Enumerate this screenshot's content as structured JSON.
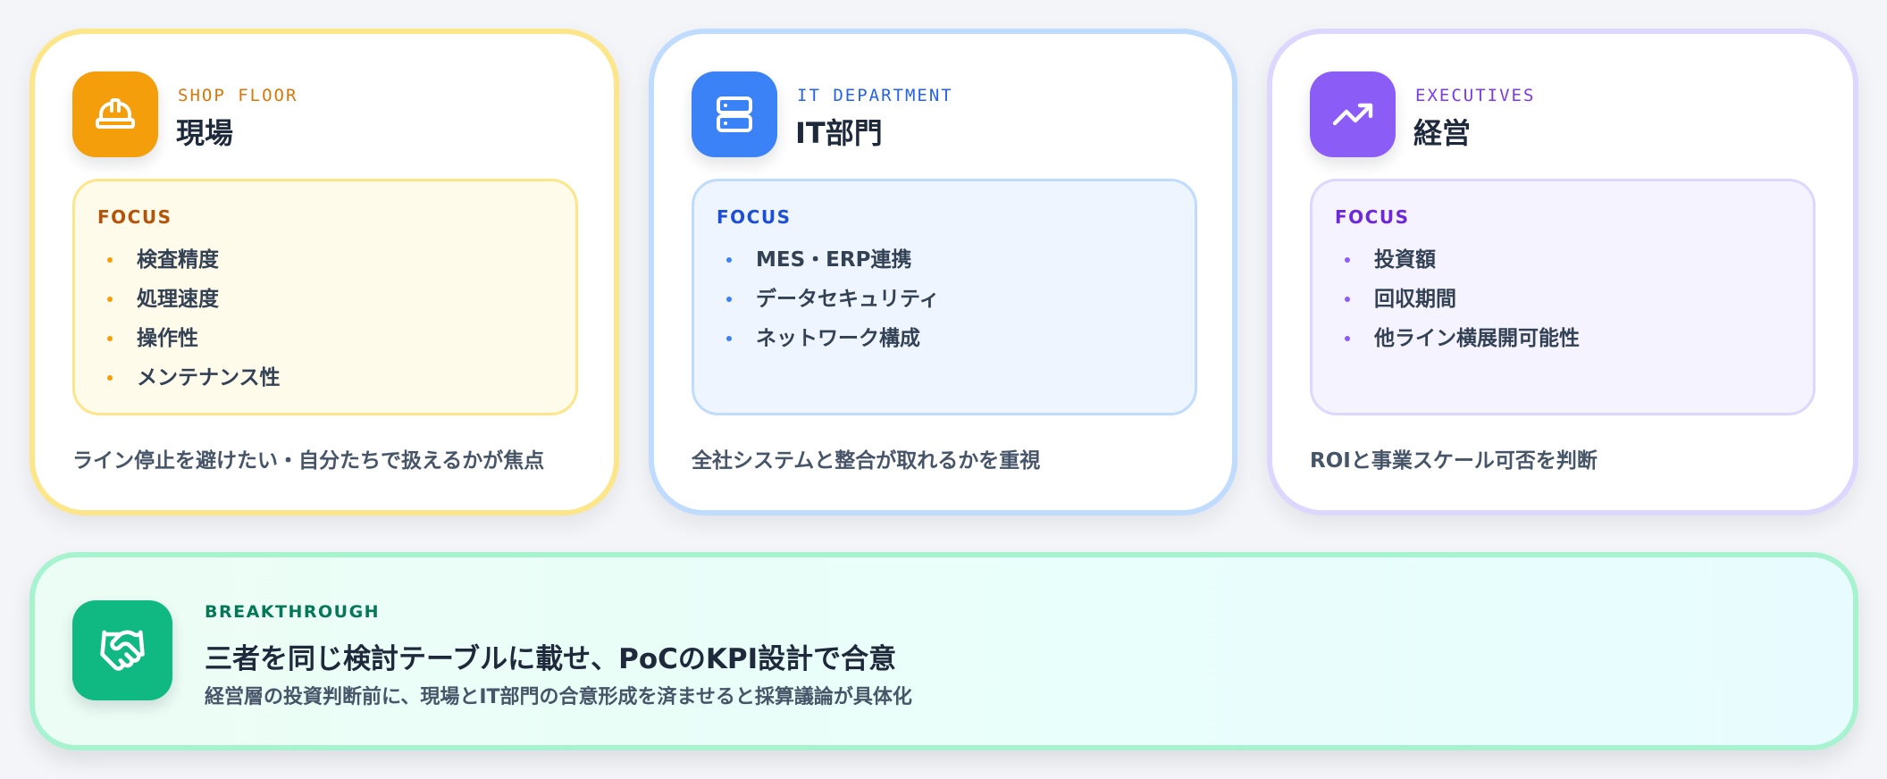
{
  "colors": {
    "page_bg": "#f4f5f8",
    "shop_floor_accent": "#f59e0b",
    "it_accent": "#3b82f6",
    "exec_accent": "#8b5cf6",
    "breakthrough_accent": "#10b981"
  },
  "cards": [
    {
      "key": "shop-floor",
      "icon": "hard-hat-icon",
      "eyebrow": "SHOP FLOOR",
      "title": "現場",
      "focus_label": "FOCUS",
      "focus_items": [
        "検査精度",
        "処理速度",
        "操作性",
        "メンテナンス性"
      ],
      "note": "ライン停止を避けたい・自分たちで扱えるかが焦点"
    },
    {
      "key": "it-department",
      "icon": "server-icon",
      "eyebrow": "IT DEPARTMENT",
      "title": "IT部門",
      "focus_label": "FOCUS",
      "focus_items": [
        "MES・ERP連携",
        "データセキュリティ",
        "ネットワーク構成"
      ],
      "note": "全社システムと整合が取れるかを重視"
    },
    {
      "key": "executives",
      "icon": "trending-up-icon",
      "eyebrow": "EXECUTIVES",
      "title": "経営",
      "focus_label": "FOCUS",
      "focus_items": [
        "投資額",
        "回収期間",
        "他ライン横展開可能性"
      ],
      "note": "ROIと事業スケール可否を判断"
    }
  ],
  "breakthrough": {
    "icon": "handshake-icon",
    "eyebrow": "BREAKTHROUGH",
    "title": "三者を同じ検討テーブルに載せ、PoCのKPI設計で合意",
    "subtitle": "経営層の投資判断前に、現場とIT部門の合意形成を済ませると採算議論が具体化"
  }
}
